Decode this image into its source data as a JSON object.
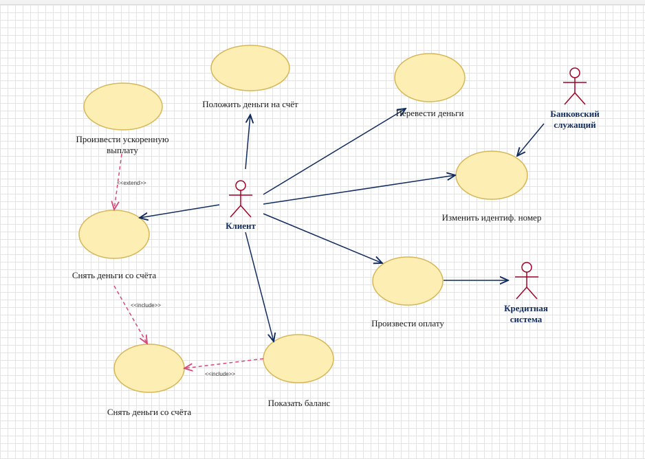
{
  "use_cases": {
    "deposit": "Положить деньги на счёт",
    "transfer": "Перевести деньги",
    "express_payout_line1": "Произвести ускоренную",
    "express_payout_line2": "выплату",
    "change_pin": "Изменить идентиф.  номер",
    "withdraw_1": "Снять деньги со счёта",
    "withdraw_2": "Снять деньги со счёта",
    "payment": "Произвести оплату",
    "show_balance": "Показать баланс"
  },
  "actors": {
    "client": "Клиент",
    "bank_employee_line1": "Банковский",
    "bank_employee_line2": "служащий",
    "credit_system_line1": "Кредитная",
    "credit_system_line2": "система"
  },
  "stereotypes": {
    "extend": "<<extend>>",
    "include_1": "<<include>>",
    "include_2": "<<include>>"
  },
  "colors": {
    "usecase_fill": "#fdeeb4",
    "usecase_stroke": "#d6b656",
    "actor_stroke": "#a20025",
    "association": "#0f2a5c",
    "dependency": "#d6477a"
  }
}
